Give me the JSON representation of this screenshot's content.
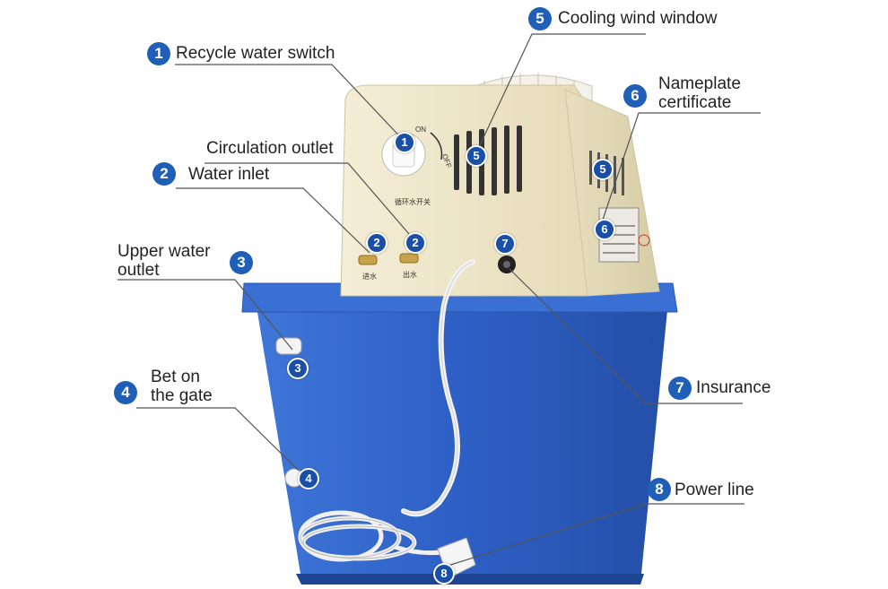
{
  "labels": [
    {
      "num": "1",
      "lines": [
        "Recycle water switch"
      ]
    },
    {
      "num": "2",
      "lines": [
        "Water inlet"
      ]
    },
    {
      "num": "",
      "lines": [
        "Circulation outlet"
      ]
    },
    {
      "num": "3",
      "lines": [
        "Upper water",
        "outlet"
      ]
    },
    {
      "num": "4",
      "lines": [
        "Bet on",
        "the gate"
      ]
    },
    {
      "num": "5",
      "lines": [
        "Cooling wind window"
      ]
    },
    {
      "num": "6",
      "lines": [
        "Nameplate",
        "certificate"
      ]
    },
    {
      "num": "7",
      "lines": [
        "Insurance"
      ]
    },
    {
      "num": "8",
      "lines": [
        "Power line"
      ]
    }
  ],
  "device_markers": [
    "1",
    "2",
    "2",
    "3",
    "4",
    "5",
    "5",
    "6",
    "7",
    "8"
  ],
  "device_text": {
    "switch_on": "ON",
    "switch_off": "OFF",
    "switch_caption": "循环水开关",
    "inlet_caption": "进水",
    "outlet_caption": "出水"
  },
  "colors": {
    "badge": "#1f5fb8",
    "tank": "#2f64c8",
    "housing": "#efe6c8",
    "leader": "#555555"
  }
}
